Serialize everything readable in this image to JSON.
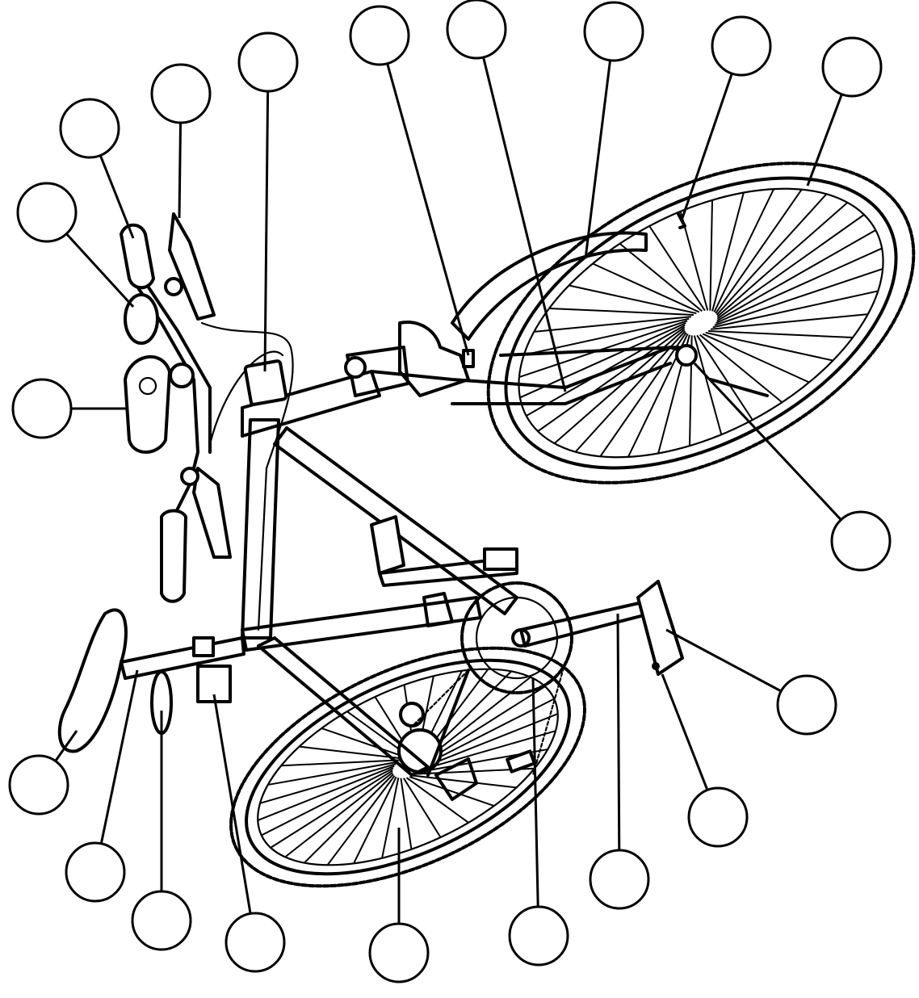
{
  "figure": {
    "subject": "bicycle-parts-diagram",
    "callout_count": 20,
    "colors": {
      "ink": "#000000",
      "background": "#ffffff"
    }
  },
  "callouts": [
    {
      "id": "c-handlebar-grip-left",
      "label": ""
    },
    {
      "id": "c-brake-lever-top",
      "label": ""
    },
    {
      "id": "c-bell",
      "label": ""
    },
    {
      "id": "c-reflector-front",
      "label": ""
    },
    {
      "id": "c-head-tube-reflector",
      "label": ""
    },
    {
      "id": "c-brake-caliper-front",
      "label": ""
    },
    {
      "id": "c-fork",
      "label": ""
    },
    {
      "id": "c-fender",
      "label": ""
    },
    {
      "id": "c-valve",
      "label": ""
    },
    {
      "id": "c-tire-front",
      "label": ""
    },
    {
      "id": "c-front-hub",
      "label": ""
    },
    {
      "id": "c-pedal",
      "label": ""
    },
    {
      "id": "c-pedal-reflector",
      "label": ""
    },
    {
      "id": "c-crank-arm",
      "label": ""
    },
    {
      "id": "c-chain",
      "label": ""
    },
    {
      "id": "c-rear-wheel",
      "label": ""
    },
    {
      "id": "c-seat-post-reflector",
      "label": ""
    },
    {
      "id": "c-seat-clamp",
      "label": ""
    },
    {
      "id": "c-seat-post",
      "label": ""
    },
    {
      "id": "c-saddle",
      "label": ""
    }
  ]
}
